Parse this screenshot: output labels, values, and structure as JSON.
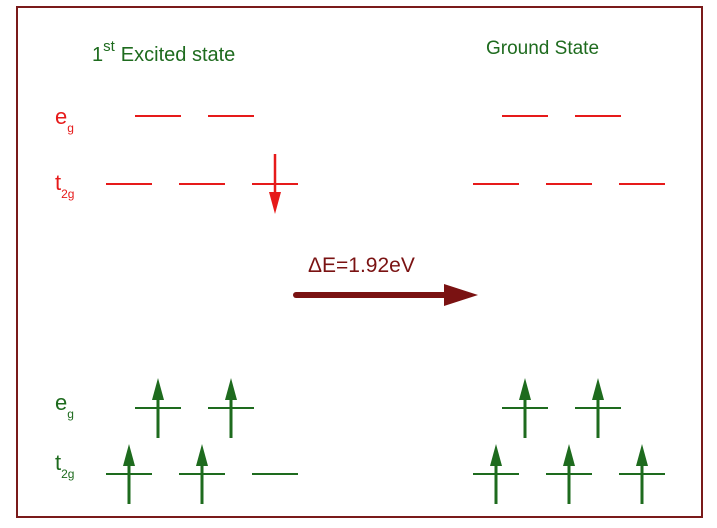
{
  "colors": {
    "frame": "#7a1a1a",
    "upper_levels": "#e61a1a",
    "lower_levels": "#1e6b1e",
    "transition_arrow": "#7a1212"
  },
  "left_panel": {
    "title_ordinal": "1",
    "title_superscript": "st",
    "title_text": "Excited state"
  },
  "right_panel": {
    "title": "Ground State"
  },
  "transition": {
    "label": "ΔE=1.92eV"
  },
  "labels": {
    "upper_eg_base": "e",
    "upper_eg_sub": "g",
    "upper_t2g_base": "t",
    "upper_t2g_sub": "2g",
    "lower_eg_base": "e",
    "lower_eg_sub": "g",
    "lower_t2g_base": "t",
    "lower_t2g_sub": "2g"
  },
  "levels": {
    "excited": {
      "upper_eg": [
        "empty",
        "empty"
      ],
      "upper_t2g": [
        "empty",
        "empty",
        "down"
      ],
      "lower_eg": [
        "up",
        "up"
      ],
      "lower_t2g": [
        "up",
        "up",
        "empty"
      ]
    },
    "ground": {
      "upper_eg": [
        "empty",
        "empty"
      ],
      "upper_t2g": [
        "empty",
        "empty",
        "empty"
      ],
      "lower_eg": [
        "up",
        "up"
      ],
      "lower_t2g": [
        "up",
        "up",
        "up"
      ]
    }
  }
}
